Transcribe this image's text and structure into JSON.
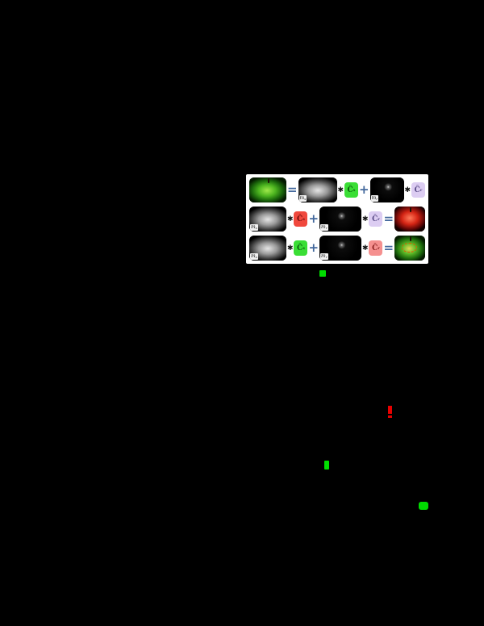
{
  "page": {
    "background": "#000000"
  },
  "figure": {
    "background": "#ffffff",
    "operators": {
      "equals": "=",
      "plus": "+",
      "times": "✱"
    },
    "labels": {
      "mask": "m",
      "sub_s": "s",
      "sub_r": "r",
      "color_letter": "Ĉ"
    },
    "colors": {
      "green_box": "#3ade35",
      "red_box": "#f0483d",
      "pink_box": "#f5908f",
      "purple_box": "#dccdf2",
      "operator_blue": "#44699d",
      "times_black": "#111111",
      "anomaly_circle": "#e05a00"
    },
    "images": {
      "green_apple": "green-apple-photo",
      "gray_mask": "grayscale-shading-mask",
      "dark_mask": "dark-residual-mask",
      "red_apple": "recolored-red-apple",
      "result_apple": "green-apple-with-anomaly-circle"
    }
  },
  "inline_marks": {
    "green_square_color": "#00dc00",
    "red_glyph_color": "#e70000"
  }
}
